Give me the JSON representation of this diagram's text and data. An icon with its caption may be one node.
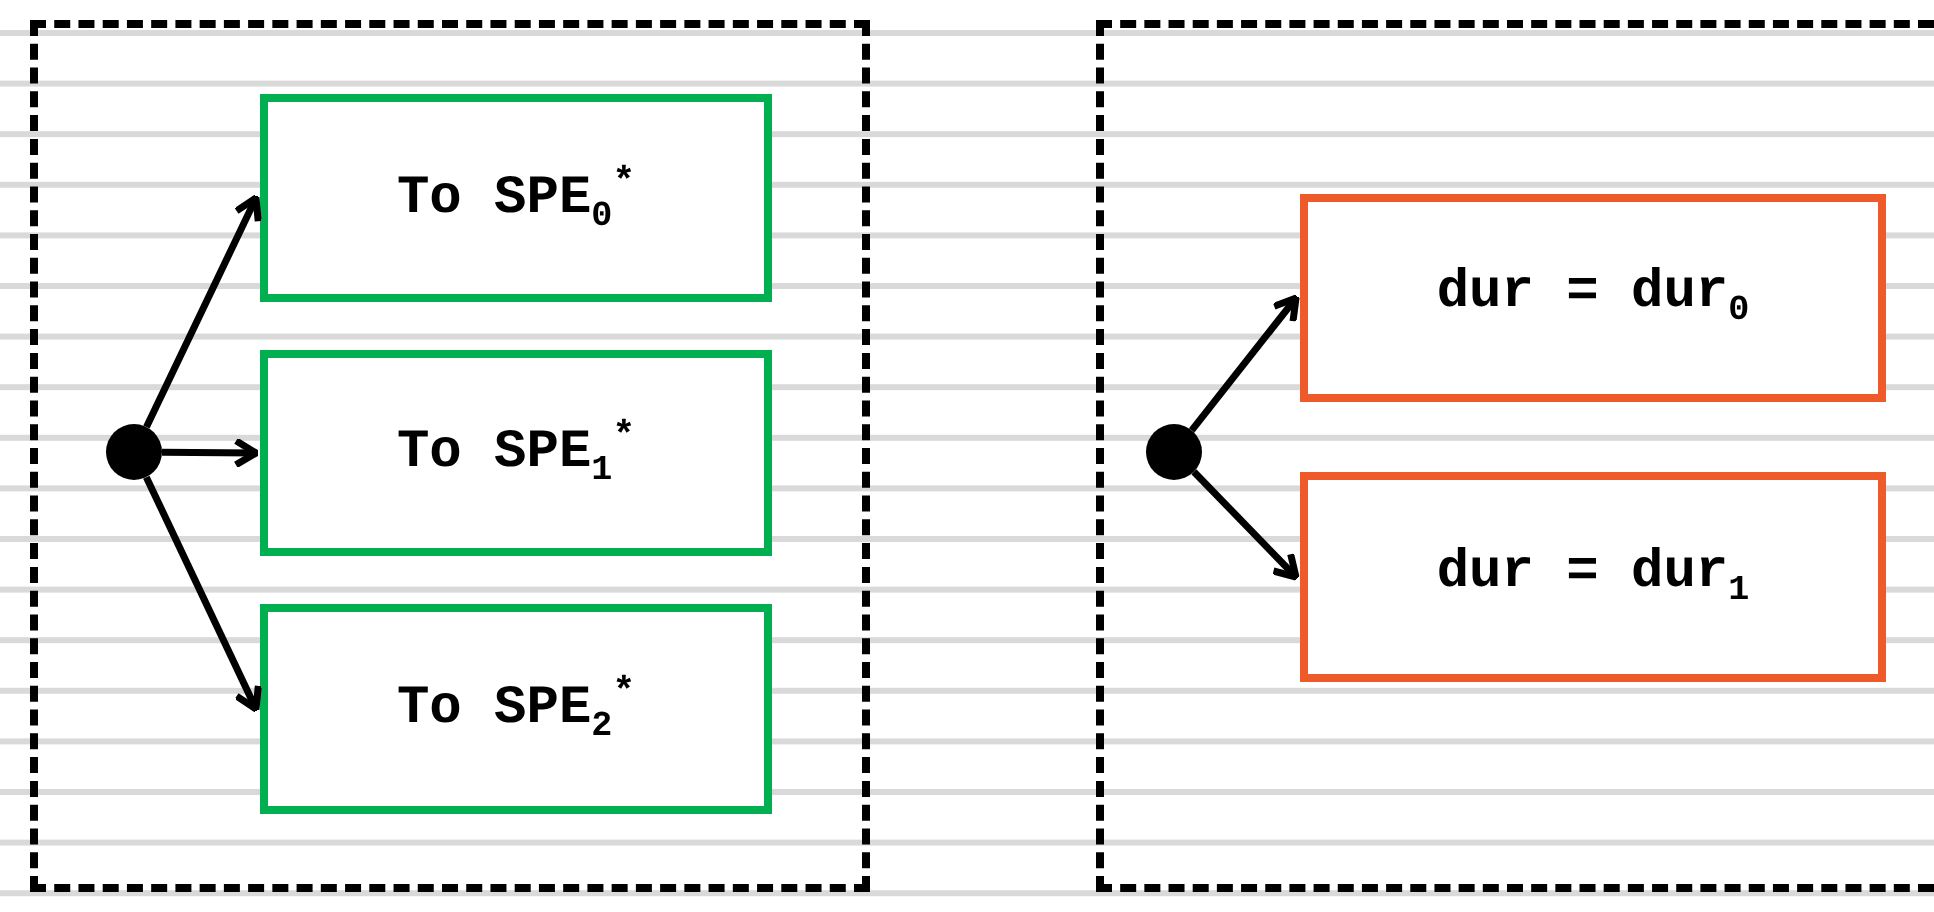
{
  "diagram": {
    "nodes": [
      {
        "text": [],
        "shape": "box"
      },
      {
        "text": [],
        "shape": "circle",
        "in": 0
      },
      {
        "text": [
          "To SPE$_{0}$$^{*}$"
        ],
        "in": 0
      },
      {
        "text": [
          "To SPE$_{1}$$^{*}$"
        ],
        "in": 0
      },
      {
        "text": [
          "To SPE$_{2}$$^{*}$"
        ],
        "in": 0
      },
      {
        "text": [],
        "shape": "box"
      },
      {
        "text": [],
        "shape": "circle",
        "in": 5
      },
      {
        "text": [
          "dur = dur$_{0}$"
        ],
        "in": 5
      },
      {
        "text": [
          "dur = dur$_{1}$"
        ],
        "in": 5
      }
    ],
    "edges": [
      {
        "from": 1,
        "to": 2,
        "arrow": "to"
      },
      {
        "from": 1,
        "to": 3,
        "arrow": "to"
      },
      {
        "from": 1,
        "to": 4,
        "arrow": "to"
      },
      {
        "from": 6,
        "to": 7,
        "arrow": "to"
      },
      {
        "from": 6,
        "to": 8,
        "arrow": "to"
      }
    ]
  }
}
